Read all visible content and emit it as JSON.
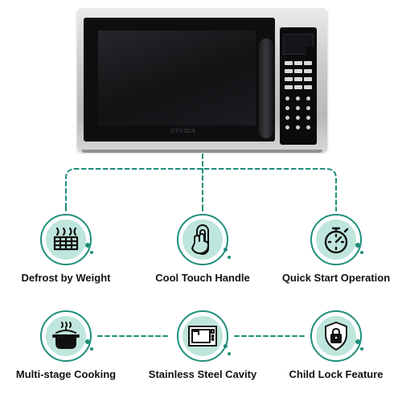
{
  "product": {
    "brand": "croma"
  },
  "colors": {
    "accent": "#1f8f7a",
    "icon_fill": "#bfe6dc",
    "text": "#111111"
  },
  "features": [
    {
      "label": "Defrost by Weight",
      "icon": "defrost-icon"
    },
    {
      "label": "Cool Touch Handle",
      "icon": "cool-touch-handle-icon"
    },
    {
      "label": "Quick Start Operation",
      "icon": "stopwatch-icon"
    },
    {
      "label": "Multi-stage Cooking",
      "icon": "cooking-pot-icon"
    },
    {
      "label": "Stainless Steel Cavity",
      "icon": "microwave-cavity-icon"
    },
    {
      "label": "Child Lock Feature",
      "icon": "shield-lock-icon"
    }
  ]
}
